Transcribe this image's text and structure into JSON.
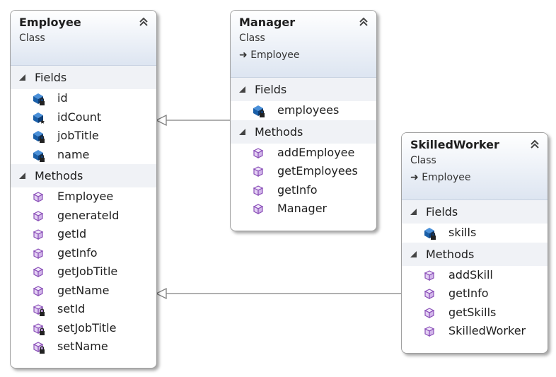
{
  "diagram": {
    "classes": {
      "employee": {
        "name": "Employee",
        "stereotype": "Class",
        "fields_label": "Fields",
        "methods_label": "Methods",
        "fields": [
          "id",
          "idCount",
          "jobTitle",
          "name"
        ],
        "methods": [
          "Employee",
          "generateId",
          "getId",
          "getInfo",
          "getJobTitle",
          "getName",
          "setId",
          "setJobTitle",
          "setName"
        ]
      },
      "manager": {
        "name": "Manager",
        "stereotype": "Class",
        "inherits": "Employee",
        "fields_label": "Fields",
        "methods_label": "Methods",
        "fields": [
          "employees"
        ],
        "methods": [
          "addEmployee",
          "getEmployees",
          "getInfo",
          "Manager"
        ]
      },
      "skilled_worker": {
        "name": "SkilledWorker",
        "stereotype": "Class",
        "inherits": "Employee",
        "fields_label": "Fields",
        "methods_label": "Methods",
        "fields": [
          "skills"
        ],
        "methods": [
          "addSkill",
          "getInfo",
          "getSkills",
          "SkilledWorker"
        ]
      }
    },
    "icons": {
      "field": "field-icon",
      "method": "method-icon",
      "collapse": "double-chevron-up-icon",
      "section_toggle": "triangle-expanded-icon",
      "inherit_arrow": "inheritance-arrow-icon"
    },
    "colors": {
      "field_icon": "#1a5fa8",
      "method_icon": "#8a4fb8",
      "header_gradient_end": "#dde5f1",
      "section_bg": "#f0f2f6",
      "connector": "#808080"
    }
  }
}
